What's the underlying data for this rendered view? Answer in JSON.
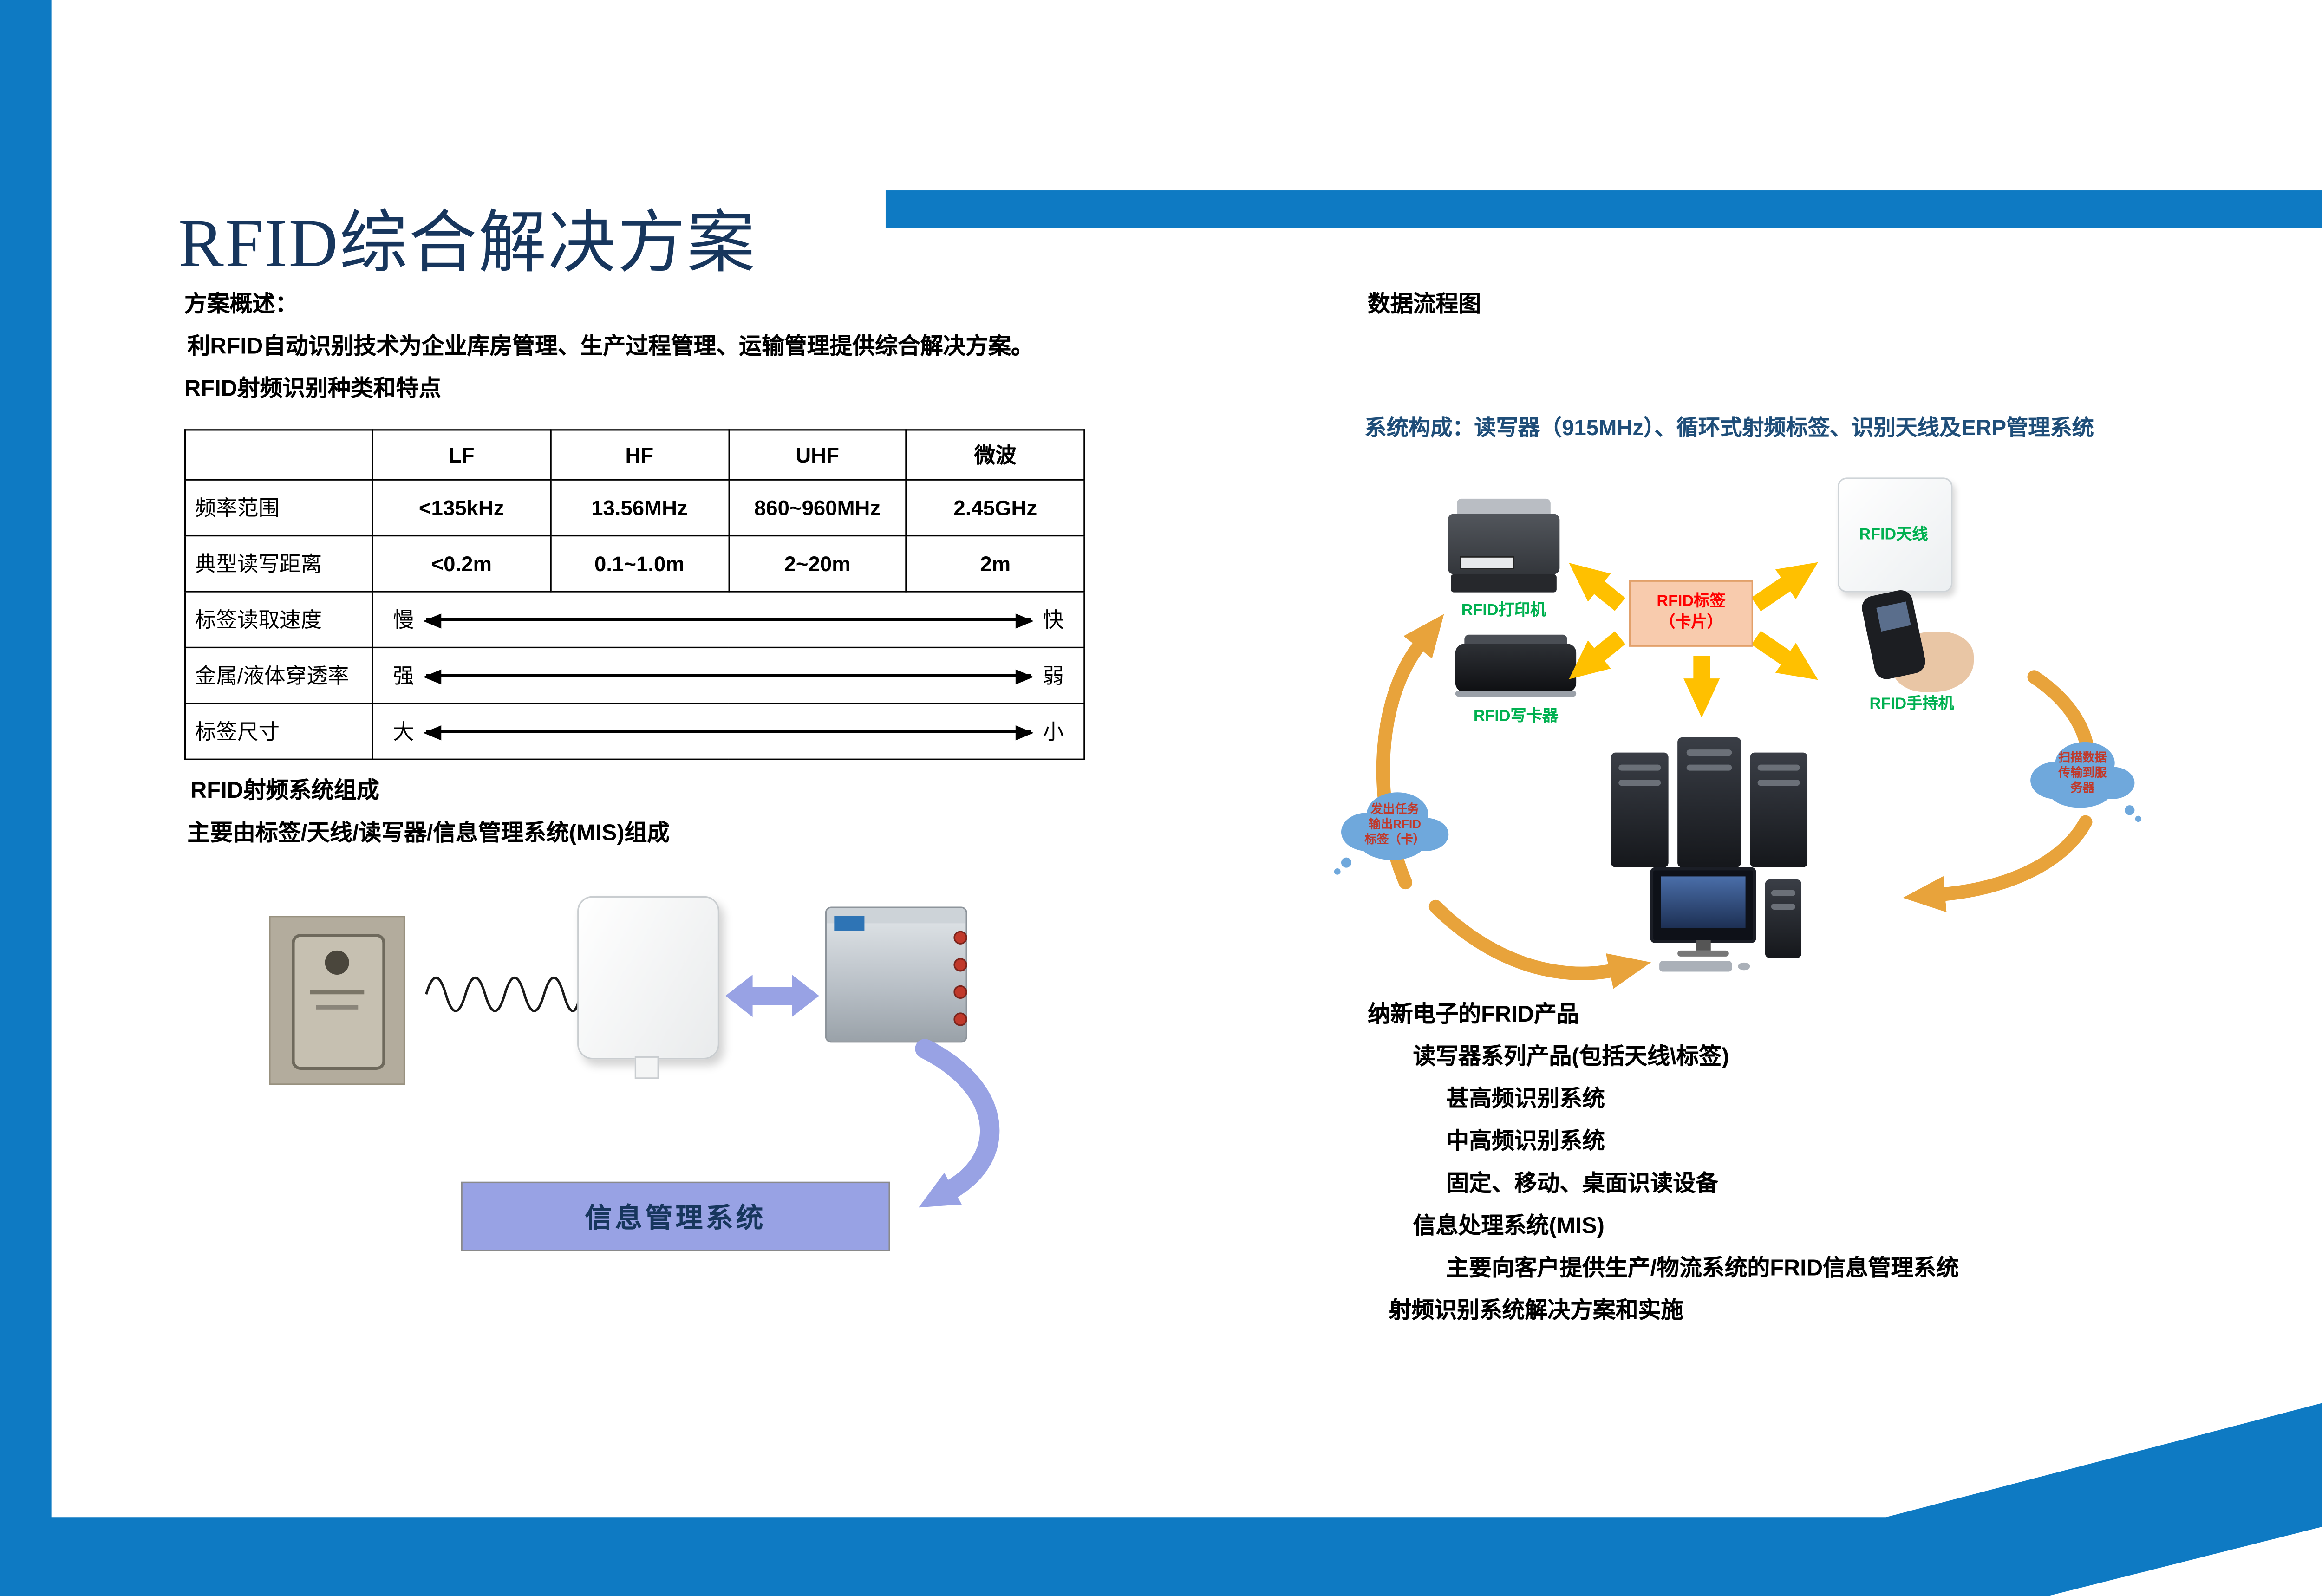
{
  "colors": {
    "accent_blue": "#0E7AC3",
    "title_navy": "#17365D",
    "heading_blue": "#1F4E79",
    "label_green": "#00B050",
    "tag_red": "#FF0000",
    "arrow_yellow": "#FFC000",
    "arrow_gold": "#E8A33B",
    "periwinkle": "#98A2E4",
    "tag_box_fill": "#F8CBAD",
    "cloud_blue": "#6FA8DC"
  },
  "title": "RFID综合解决方案",
  "left": {
    "overview_label": "方案概述：",
    "overview_text": "利RFID自动识别技术为企业库房管理、生产过程管理、运输管理提供综合解决方案。",
    "table_heading": "RFID射频识别种类和特点",
    "table": {
      "columns": [
        "",
        "LF",
        "HF",
        "UHF",
        "微波"
      ],
      "rows": [
        {
          "label": "频率范围",
          "values": [
            "<135kHz",
            "13.56MHz",
            "860~960MHz",
            "2.45GHz"
          ]
        },
        {
          "label": "典型读写距离",
          "values": [
            "<0.2m",
            "0.1~1.0m",
            "2~20m",
            "2m"
          ]
        },
        {
          "label": "标签读取速度",
          "left": "慢",
          "right": "快"
        },
        {
          "label": "金属/液体穿透率",
          "left": "强",
          "right": "弱"
        },
        {
          "label": "标签尺寸",
          "left": "大",
          "right": "小"
        }
      ]
    },
    "system_heading": "RFID射频系统组成",
    "system_text": "主要由标签/天线/读写器/信息管理系统(MIS)组成",
    "mis_label": "信息管理系统"
  },
  "right": {
    "flow_heading": "数据流程图",
    "composition": "系统构成：读写器（915MHz）、循环式射频标签、识别天线及ERP管理系统",
    "diagram": {
      "printer_label": "RFID打印机",
      "writer_label": "RFID写卡器",
      "antenna_label": "RFID天线",
      "handheld_label": "RFID手持机",
      "tag_box": [
        "RFID标签",
        "（卡片）"
      ],
      "cloud_left": [
        "发出任务",
        "输出RFID",
        "标签（卡）"
      ],
      "cloud_right": [
        "扫描数据",
        "传输到服",
        "务器"
      ]
    },
    "products": [
      {
        "text": "纳新电子的FRID产品"
      },
      {
        "text": "读写器系列产品(包括天线\\标签)"
      },
      {
        "text": "甚高频识别系统"
      },
      {
        "text": "中高频识别系统"
      },
      {
        "text": "固定、移动、桌面识读设备"
      },
      {
        "text": "信息处理系统(MIS)"
      },
      {
        "text": "主要向客户提供生产/物流系统的FRID信息管理系统"
      },
      {
        "text": "射频识别系统解决方案和实施"
      }
    ]
  }
}
